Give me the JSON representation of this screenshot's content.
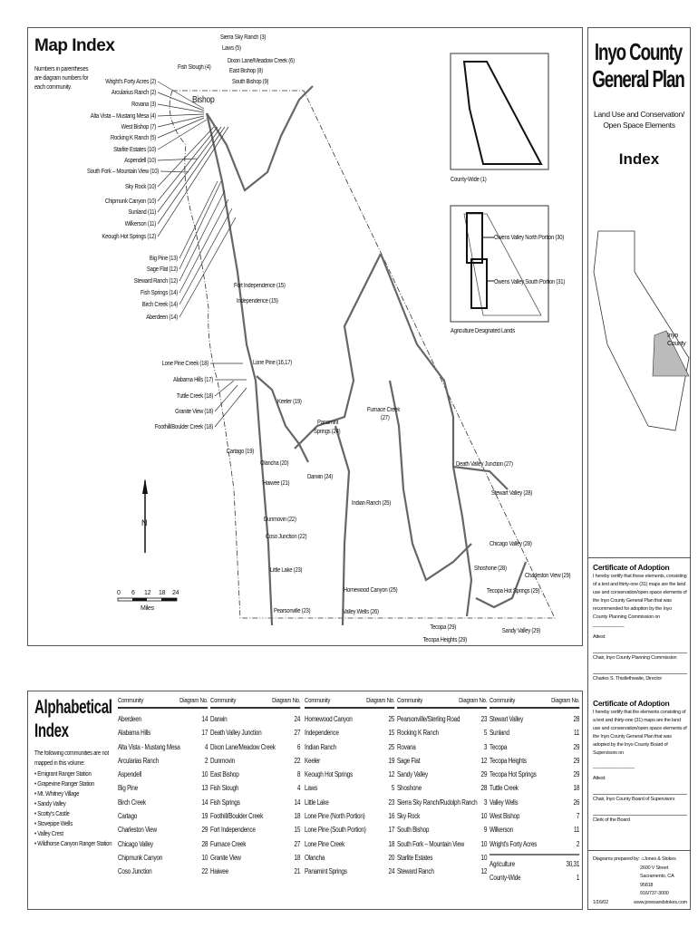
{
  "map": {
    "title": "Map Index",
    "note": "Numbers in parentheses are diagram numbers for each community.",
    "labels": [
      "Sierra Sky Ranch (3)",
      "Laws (5)",
      "Dixon Lane/Meadow Creek (6)",
      "East Bishop (8)",
      "South Bishop (9)",
      "Fish Slough (4)",
      "Wright's Forty Acres (2)",
      "Arcularius Ranch (2)",
      "Rovana (3)",
      "Alta Vista – Mustang Mesa (4)",
      "West Bishop (7)",
      "Rocking K Ranch (5)",
      "Starlite Estates (10)",
      "Aspendell (10)",
      "South Fork – Mountain View (10)",
      "Sky Rock (10)",
      "Chipmunk Canyon (10)",
      "Sunland (11)",
      "Wilkerson (11)",
      "Keough Hot Springs (12)",
      "Big Pine (13)",
      "Sage Flat (12)",
      "Steward Ranch (12)",
      "Fish Springs (14)",
      "Birch Creek (14)",
      "Aberdeen (14)",
      "Fort Independence (15)",
      "Independence (15)",
      "Bishop",
      "Lone Pine Creek (18)",
      "Lone Pine (16,17)",
      "Alabama Hills (17)",
      "Tuttle Creek (18)",
      "Granite View (18)",
      "Foothill/Boulder Creek (18)",
      "Keeler (19)",
      "Furnace Creek",
      "(27)",
      "Panamint",
      "Springs (24)",
      "Cartago (19)",
      "Olancha (20)",
      "Darwin (24)",
      "Haiwee (21)",
      "Indian Ranch (25)",
      "Death Valley Junction (27)",
      "Stewart Valley (28)",
      "Dunmovin (22)",
      "Coso Junction (22)",
      "Chicago Valley (28)",
      "Shoshone (28)",
      "Little Lake (23)",
      "Charleston View (29)",
      "Tecopa Hot Springs (29)",
      "Homewood Canyon (25)",
      "Pearsonville (23)",
      "Valley Wells (26)",
      "Tecopa (29)",
      "Tecopa Heights (29)",
      "Sandy Valley (29)",
      "County-Wide (1)",
      "Owens Valley North Portion (30)",
      "Owens Valley South Portion (31)",
      "Agriculture Designated Lands"
    ],
    "scale": {
      "ticks": [
        "0",
        "6",
        "12",
        "18",
        "24"
      ],
      "unit": "Miles"
    },
    "north": "N"
  },
  "right": {
    "title": "Inyo County General Plan",
    "subtitle": "Land Use and Conservation/ Open Space Elements",
    "index": "Index",
    "inyo_label": "Inyo County",
    "cert1": {
      "title": "Certificate of Adoption",
      "text": "I hereby certify that these elements, consisting of a text and thirty-one (31) maps are the land use and conservation/open space elements of the Inyo County General Plan that was recommended for adoption by the Inyo County Planning Commission on ____________",
      "attest": "Attest:",
      "sig1": "Chair, Inyo County Planning Commission",
      "sig2": "Charles S. Thistlethwaite, Director"
    },
    "cert2": {
      "title": "Certificate of Adoption",
      "text": "I hereby certify that the elements consisting of a text and thirty-one (31) maps are the land use and conservation/open space elements of the Inyo County General Plan that was adopted by the Inyo County Board of Supervisors on",
      "blank": "________________",
      "attest": "Attest:",
      "sig1": "Chair, Inyo County Board of Supervisors",
      "sig2": "Clerk of the Board"
    },
    "prepared": {
      "label": "Diagrams prepared by:",
      "firm": "Jones & Stokes",
      "addr1": "2600 V Street",
      "addr2": "Sacramento, CA 95818",
      "phone": "916/737-3000",
      "web": "www.jonesandstokes.com",
      "date": "1/16/02"
    }
  },
  "alpha": {
    "title": "Alphabetical Index",
    "note": "The following communities are not mapped in this volume:",
    "unmapped": [
      "• Emigrant Ranger Station",
      "• Grapevine Ranger Station",
      "• Mt. Whitney Village",
      "• Sandy Valley",
      "• Scotty's Castle",
      "• Stovepipe Wells",
      "• Valley Crest",
      "• Wildhorse Canyon Ranger Station"
    ],
    "col_header": "Community",
    "num_header": "Diagram No.",
    "columns": [
      [
        [
          "Aberdeen",
          "14"
        ],
        [
          "Alabama Hills",
          "17"
        ],
        [
          "Alta Vista - Mustang Mesa",
          "4"
        ],
        [
          "Arcularias Ranch",
          "2"
        ],
        [
          "Aspendell",
          "10"
        ],
        [
          "Big Pine",
          "13"
        ],
        [
          "Birch Creek",
          "14"
        ],
        [
          "Cartago",
          "19"
        ],
        [
          "Charleston View",
          "29"
        ],
        [
          "Chicago Valley",
          "28"
        ],
        [
          "Chipmunk Canyon",
          "10"
        ],
        [
          "Coso Junction",
          "22"
        ]
      ],
      [
        [
          "Darwin",
          "24"
        ],
        [
          "Death Valley Junction",
          "27"
        ],
        [
          "Dixon Lane/Meadow Creek",
          "6"
        ],
        [
          "Dunmovin",
          "22"
        ],
        [
          "East Bishop",
          "8"
        ],
        [
          "Fish Slough",
          "4"
        ],
        [
          "Fish Springs",
          "14"
        ],
        [
          "Foothill/Boulder Creek",
          "18"
        ],
        [
          "Fort Independence",
          "15"
        ],
        [
          "Furnace Creek",
          "27"
        ],
        [
          "Granite View",
          "18"
        ],
        [
          "Haiwee",
          "21"
        ]
      ],
      [
        [
          "Homewood Canyon",
          "25"
        ],
        [
          "Independence",
          "15"
        ],
        [
          "Indian Ranch",
          "25"
        ],
        [
          "Keeler",
          "19"
        ],
        [
          "Keough Hot Springs",
          "12"
        ],
        [
          "Laws",
          "5"
        ],
        [
          "Little Lake",
          "23"
        ],
        [
          "Lone Pine (North Portion)",
          "16"
        ],
        [
          "Lone Pine (South Portion)",
          "17"
        ],
        [
          "Lone Pine Creek",
          "18"
        ],
        [
          "Olancha",
          "20"
        ],
        [
          "Panamint Springs",
          "24"
        ]
      ],
      [
        [
          "Pearsonville/Sterling Road",
          "23"
        ],
        [
          "Rocking K Ranch",
          "5"
        ],
        [
          "Rovana",
          "3"
        ],
        [
          "Sage Flat",
          "12"
        ],
        [
          "Sandy Valley",
          "29"
        ],
        [
          "Shoshone",
          "28"
        ],
        [
          "Sierra Sky Ranch/Rudolph Ranch",
          "3"
        ],
        [
          "Sky Rock",
          "10"
        ],
        [
          "South Bishop",
          "9"
        ],
        [
          "South Fork – Mountain View",
          "10"
        ],
        [
          "Starlite Estates",
          "10"
        ],
        [
          "Steward Ranch",
          "12"
        ]
      ],
      [
        [
          "Stewart Valley",
          "28"
        ],
        [
          "Sunland",
          "11"
        ],
        [
          "Tecopa",
          "29"
        ],
        [
          "Tecopa Heights",
          "29"
        ],
        [
          "Tecopa Hot Springs",
          "29"
        ],
        [
          "Tuttle Creek",
          "18"
        ],
        [
          "Valley Wells",
          "26"
        ],
        [
          "West Bishop",
          "7"
        ],
        [
          "Wilkerson",
          "11"
        ],
        [
          "Wright's Forty Acres",
          "2"
        ]
      ]
    ],
    "extra": [
      [
        "Agriculture",
        "30,31"
      ],
      [
        "County-Wide",
        "1"
      ]
    ]
  }
}
